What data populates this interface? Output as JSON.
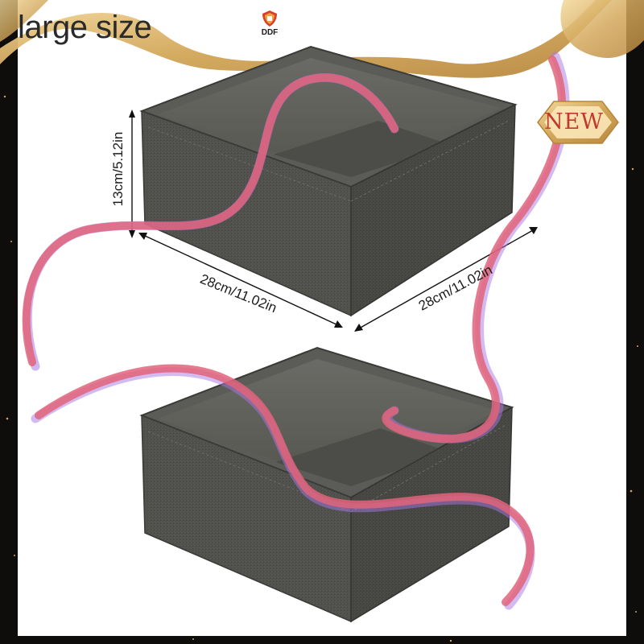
{
  "headline": "large size",
  "brand": {
    "name": "DDF"
  },
  "badge": {
    "label": "NEW"
  },
  "dimensions": {
    "height": "13cm/5.12in",
    "length": "28cm/11.02in",
    "width": "28cm/11.02in"
  },
  "colors": {
    "frame": "#0e0d0b",
    "panel": "#ffffff",
    "fabric": "#4f4f4c",
    "ribbon": "#e0647a",
    "ribbon_shadow": "#a878e6",
    "gold": "#d8b06a",
    "badge_text": "#c0382e"
  },
  "icons": {
    "brand": "shield-crest-icon",
    "badge": "new-badge-icon"
  }
}
